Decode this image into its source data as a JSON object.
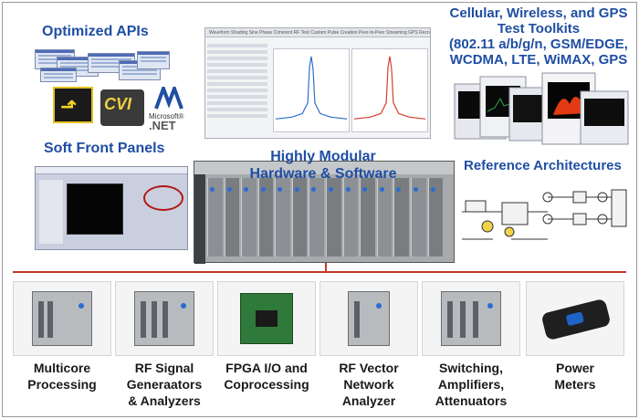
{
  "sections": {
    "optimized_apis": "Optimized APIs",
    "soft_front_panels": "Soft Front Panels",
    "cellular_title_lines": [
      "Cellular, Wireless, and GPS",
      "Test Toolkits",
      "(802.11 a/b/g/n, GSM/EDGE,",
      "WCDMA, LTE, WiMAX, GPS"
    ],
    "reference_architectures": "Reference Architectures",
    "modular_lines": [
      "Highly Modular",
      "Hardware & Software"
    ]
  },
  "logos": {
    "cvi": "CVI",
    "microsoft": "Microsoft®",
    "net": ".NET"
  },
  "software_tabs": "Waveform Shading   Sine Phase Coherent RF Test   Custom Pulse Creation   Peer-to-Peer Streaming   GPS Record and Playback",
  "products": [
    {
      "lines": [
        "Multicore",
        "Processing"
      ],
      "icon": "pxi-controller-icon"
    },
    {
      "lines": [
        "RF Signal",
        "Generaators",
        "& Analyzers"
      ],
      "icon": "rf-module-icon"
    },
    {
      "lines": [
        "FPGA I/O and",
        "Coprocessing"
      ],
      "icon": "fpga-board-icon"
    },
    {
      "lines": [
        "RF Vector",
        "Network",
        "Analyzer"
      ],
      "icon": "vna-module-icon"
    },
    {
      "lines": [
        "Switching,",
        "Amplifiers,",
        "Attenuators"
      ],
      "icon": "switch-module-icon"
    },
    {
      "lines": [
        "Power",
        "Meters"
      ],
      "icon": "power-meter-icon"
    }
  ],
  "colors": {
    "title_blue": "#1f4ea3",
    "divider_red": "#c0392b",
    "spectrum_blue": "#2a6fc9",
    "spectrum_red": "#d43a2a"
  }
}
